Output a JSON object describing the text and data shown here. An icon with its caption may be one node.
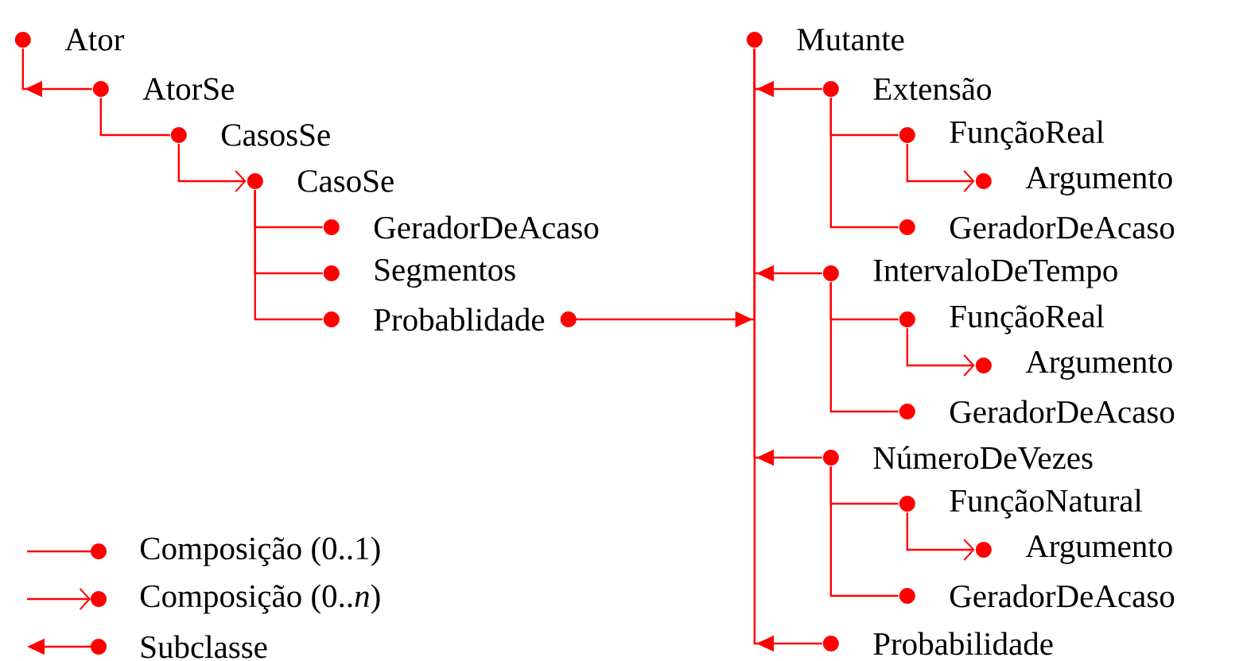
{
  "diagram": {
    "nodes": [
      {
        "text": [
          "Ator"
        ]
      },
      {
        "text": [
          "AtorSe"
        ]
      },
      {
        "text": [
          "CasosSe"
        ]
      },
      {
        "text": [
          "CasoSe"
        ]
      },
      {
        "text": [
          "GeradorDeAcaso"
        ]
      },
      {
        "text": [
          "Segmentos"
        ]
      },
      {
        "text": [
          "Probablidade"
        ]
      },
      {
        "text": [
          "Mutante"
        ]
      },
      {
        "text": [
          "Extensão"
        ]
      },
      {
        "text": [
          "FunçãoReal"
        ]
      },
      {
        "text": [
          "Argumento"
        ]
      },
      {
        "text": [
          "GeradorDeAcaso"
        ]
      },
      {
        "text": [
          "IntervaloDeTempo"
        ]
      },
      {
        "text": [
          "FunçãoReal"
        ]
      },
      {
        "text": [
          "Argumento"
        ]
      },
      {
        "text": [
          "GeradorDeAcaso"
        ]
      },
      {
        "text": [
          "NúmeroDeVezes"
        ]
      },
      {
        "text": [
          "FunçãoNatural"
        ]
      },
      {
        "text": [
          "Argumento"
        ]
      },
      {
        "text": [
          "GeradorDeAcaso"
        ]
      },
      {
        "text": [
          "Probabilidade"
        ]
      }
    ],
    "edges": [
      {
        "from": 1,
        "to": 0,
        "arrow": "to"
      },
      {
        "from": 1,
        "to": 2,
        "arrow": "none"
      },
      {
        "from": 2,
        "to": 3,
        "arrow": "to"
      },
      {
        "from": 3,
        "to": 4,
        "arrow": "none"
      },
      {
        "from": 3,
        "to": 5,
        "arrow": "none"
      },
      {
        "from": 3,
        "to": 6,
        "arrow": "none"
      },
      {
        "from": 6,
        "to": 7,
        "arrow": "to"
      },
      {
        "from": 8,
        "to": 7,
        "arrow": "to"
      },
      {
        "from": 8,
        "to": 9,
        "arrow": "none"
      },
      {
        "from": 9,
        "to": 10,
        "arrow": "to"
      },
      {
        "from": 8,
        "to": 11,
        "arrow": "none"
      },
      {
        "from": 12,
        "to": 7,
        "arrow": "to"
      },
      {
        "from": 12,
        "to": 13,
        "arrow": "none"
      },
      {
        "from": 13,
        "to": 14,
        "arrow": "to"
      },
      {
        "from": 12,
        "to": 15,
        "arrow": "none"
      },
      {
        "from": 16,
        "to": 7,
        "arrow": "to"
      },
      {
        "from": 16,
        "to": 17,
        "arrow": "none"
      },
      {
        "from": 17,
        "to": 18,
        "arrow": "to"
      },
      {
        "from": 16,
        "to": 19,
        "arrow": "none"
      },
      {
        "from": 20,
        "to": 7,
        "arrow": "to"
      }
    ],
    "legend": [
      {
        "text": "Composição (0..1)"
      },
      {
        "text": "Composição (0..*n*)"
      },
      {
        "text": "Subclasse"
      }
    ]
  }
}
